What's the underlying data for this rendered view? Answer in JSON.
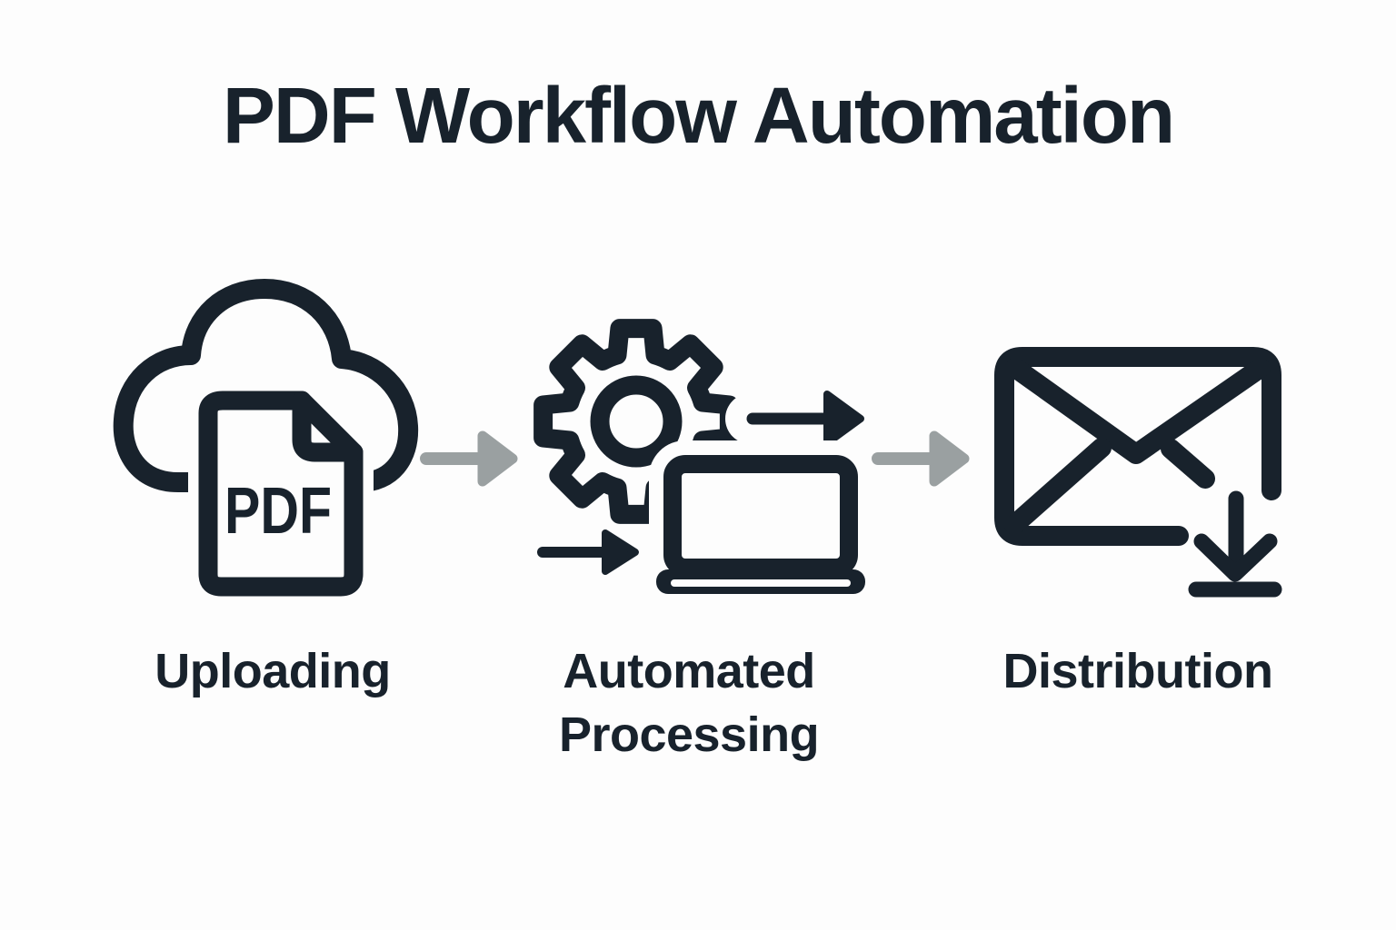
{
  "title": "PDF Workflow Automation",
  "stages": [
    {
      "label": "Uploading",
      "icon": "cloud-upload-pdf-icon"
    },
    {
      "label": "Automated Processing",
      "icon": "gear-laptop-icon"
    },
    {
      "label": "Distribution",
      "icon": "envelope-download-icon"
    }
  ],
  "pdf_badge": "PDF",
  "connectors": [
    {
      "icon": "right-arrow-icon",
      "from": "Uploading",
      "to": "Automated Processing"
    },
    {
      "icon": "right-arrow-icon",
      "from": "Automated Processing",
      "to": "Distribution"
    }
  ],
  "colors": {
    "ink": "#18222c",
    "gray": "#9aa0a1",
    "bg": "#fdfdfd"
  }
}
